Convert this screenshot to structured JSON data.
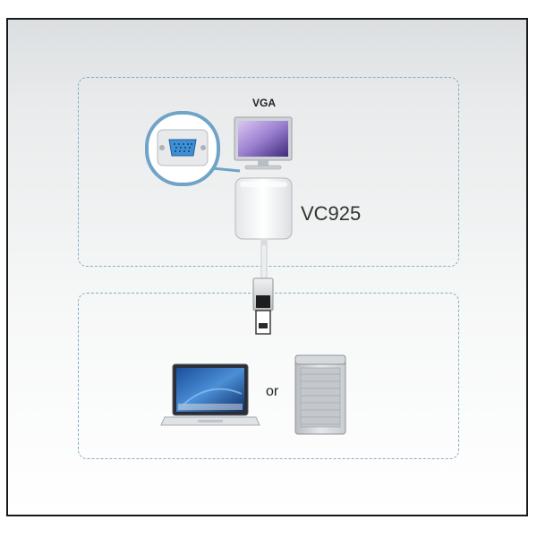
{
  "diagram": {
    "display_label": "VGA",
    "model_label": "VC925",
    "separator_text": "or"
  },
  "colors": {
    "zone_border": "#7fb1c4",
    "connector_highlight": "#6fa3c8",
    "frame_border": "#1a1a1a"
  }
}
